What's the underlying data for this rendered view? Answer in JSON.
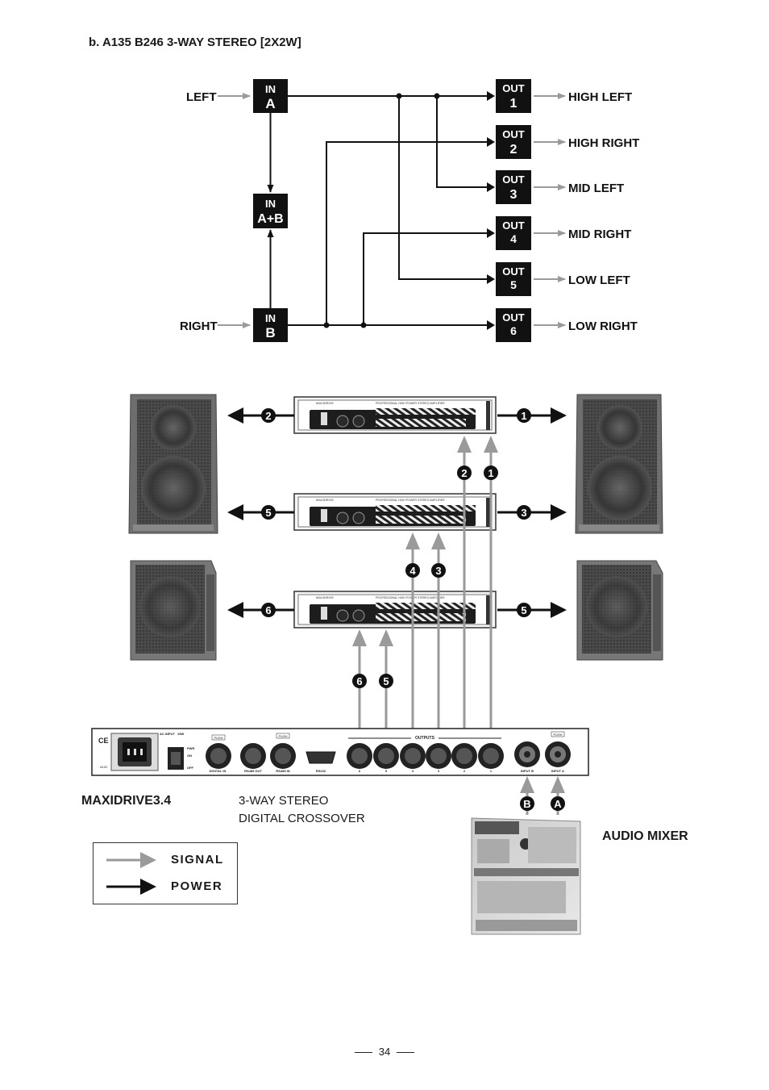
{
  "heading": "b. A135 B246 3-WAY STEREO [2X2W]",
  "routing": {
    "sources": [
      {
        "name": "LEFT",
        "input_top": "IN",
        "input_bottom": "A"
      },
      {
        "name": "RIGHT",
        "input_top": "IN",
        "input_bottom": "B"
      }
    ],
    "combined_input": {
      "top": "IN",
      "bottom": "A+B"
    },
    "outputs": [
      {
        "top": "OUT",
        "number": "1",
        "label": "HIGH LEFT"
      },
      {
        "top": "OUT",
        "number": "2",
        "label": "HIGH RIGHT"
      },
      {
        "top": "OUT",
        "number": "3",
        "label": "MID LEFT"
      },
      {
        "top": "OUT",
        "number": "4",
        "label": "MID RIGHT"
      },
      {
        "top": "OUT",
        "number": "5",
        "label": "LOW LEFT"
      },
      {
        "top": "OUT",
        "number": "6",
        "label": "LOW RIGHT"
      }
    ]
  },
  "amplifiers": [
    {
      "left_channel": "2",
      "right_channel": "1",
      "brand": "MAXIDRIVE",
      "model_text": "PROFESSIONAL HIGH POWER STEREO AMPLIFIER"
    },
    {
      "left_channel": "5",
      "right_channel": "3",
      "brand": "MAXIDRIVE",
      "model_text": "PROFESSIONAL HIGH POWER STEREO AMPLIFIER"
    },
    {
      "left_channel": "6",
      "right_channel": "5",
      "brand": "MAXIDRIVE",
      "model_text": "PROFESSIONAL HIGH POWER STEREO AMPLIFIER"
    }
  ],
  "feed_badges": {
    "amp1": [
      "2",
      "1"
    ],
    "amp2": [
      "4",
      "3"
    ],
    "amp3": [
      "6",
      "5"
    ]
  },
  "crossover_panel": {
    "ce_mark": "CE",
    "model_small": "A102",
    "ac_input": "AC INPUT",
    "power_rating": "15W",
    "switch_labels": [
      "PWR",
      "ON",
      "OFF"
    ],
    "connector_labels": [
      "DIGITAL IN",
      "RS485 OUT",
      "RS485 IN",
      "RS232"
    ],
    "push_labels": [
      "PUSH",
      "PUSH",
      "PUSH"
    ],
    "outputs_title": "OUTPUTS",
    "output_numbers": [
      "6",
      "5",
      "4",
      "3",
      "2",
      "1"
    ],
    "input_labels": [
      "INPUT B",
      "INPUT A"
    ]
  },
  "mixer_badges": [
    "B",
    "A"
  ],
  "crossover_name": "MAXIDRIVE3.4",
  "crossover_desc": [
    "3-WAY STEREO",
    "DIGITAL CROSSOVER"
  ],
  "mixer_label": "AUDIO MIXER",
  "legend": {
    "signal": "SIGNAL",
    "power": "POWER"
  },
  "page_number": "34",
  "colors": {
    "signal": "#9a9a9a",
    "power": "#111111",
    "box": "#111111"
  }
}
